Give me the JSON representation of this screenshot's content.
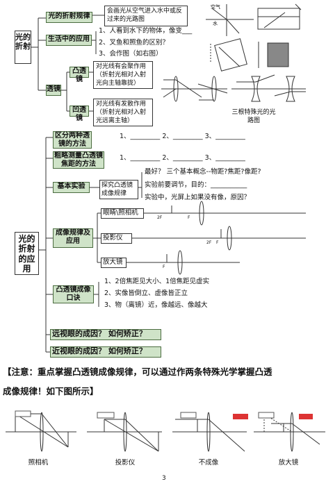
{
  "root1": {
    "label": "光的折射"
  },
  "law": {
    "label": "光的折射规律",
    "desc": "会画光从空气进入水中或反过来的光路图"
  },
  "law_diagram": {
    "air": "空气",
    "water": "水"
  },
  "life": {
    "label": "生活中的应用",
    "items": [
      "1、人看到水下的物体，像变___",
      "2、叉鱼和照鱼的区别？",
      "3、会作图（如右图）"
    ]
  },
  "lens": {
    "label": "透镜"
  },
  "convex": {
    "label": "凸透镜",
    "desc": "对光线有会聚作用（折射光相对入射光向主轴靠拢）"
  },
  "concave": {
    "label": "凹透镜",
    "desc": "对光线有发散作用（折射光相对入射光远离主轴）"
  },
  "special_rays": {
    "label": "三根特殊光的光路图"
  },
  "root2": {
    "label": "光的折射的应用"
  },
  "distinguish": {
    "label": "区分两种透镜的方法",
    "blanks": "1、_________ 2、_________ 3、_________"
  },
  "measure": {
    "label": "粗略测量凸透镜焦距的方法",
    "blanks": "1、_________ 2、_________ 3、_________"
  },
  "experiment": {
    "label": "基本实验",
    "sub": "探究凸透镜成像规律",
    "lines": [
      "最好？ 三个基本概念--物距?焦距?像距?",
      "实验前要调节，目的：___________",
      "实验中，光屏上如果没有像，原因？"
    ]
  },
  "imaging": {
    "label": "成像规律及应用",
    "items": [
      "眼睛\\照相机",
      "投影仪",
      "放大镜"
    ]
  },
  "axis_labels": {
    "f": "F",
    "f2": "2F"
  },
  "mnemonic": {
    "label": "凸透镜成像口诀",
    "lines": [
      "1、2倍焦距见大小、1倍焦距见虚实",
      "2、实像皆倒立、虚像皆正立",
      "3、物（离镜）近，像越远、像越大"
    ]
  },
  "farsight": {
    "label": "远视眼的成因？ 如何矫正？"
  },
  "nearsight": {
    "label": "近视眼的成因？ 如何矫正？"
  },
  "note": {
    "line1": "【注意：重点掌握凸透镜成像规律，可以通过作两条特殊光学掌握凸透",
    "line2": "成像规律！如下图所示】"
  },
  "bottom_captions": [
    "照相机",
    "投影仪",
    "不成像",
    "放大镜"
  ],
  "page_number": "3"
}
